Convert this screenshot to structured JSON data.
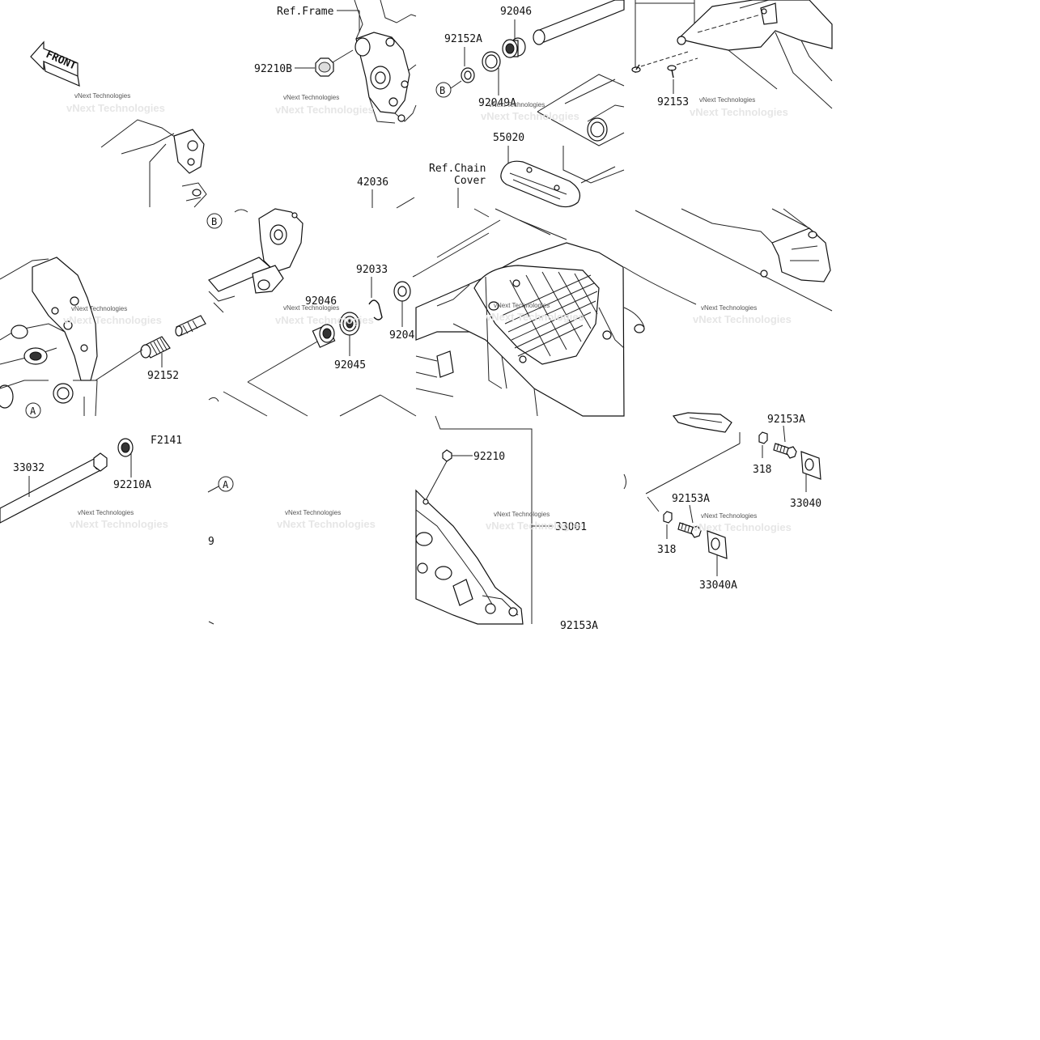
{
  "diagram": {
    "orientation_label": "FRONT",
    "figure_code": "F2141",
    "watermark": "vNext Technologies",
    "callouts": [
      "A",
      "B"
    ],
    "reference_labels": {
      "ref_frame": "Ref.Frame",
      "ref_chain_cover_line1": "Ref.Chain",
      "ref_chain_cover_line2": "Cover"
    },
    "part_numbers": {
      "p92046_top": "92046",
      "p92152a": "92152A",
      "p92049a": "92049A",
      "p92210b": "92210B",
      "p92153_top": "92153",
      "p55020": "55020",
      "p42036": "42036",
      "p92033": "92033",
      "p92046_mid": "92046",
      "p92045": "92045",
      "p9204_partial": "9204",
      "p92152": "92152",
      "p33032": "33032",
      "p92210a": "92210A",
      "p92210": "92210",
      "p33001": "33001",
      "p92153a_right": "92153A",
      "p318_right": "318",
      "p33040": "33040",
      "p92153a_mid": "92153A",
      "p318_mid": "318",
      "p33040a": "33040A",
      "p9_partial": "9",
      "p92153a_bottom_partial": "92153A"
    }
  }
}
